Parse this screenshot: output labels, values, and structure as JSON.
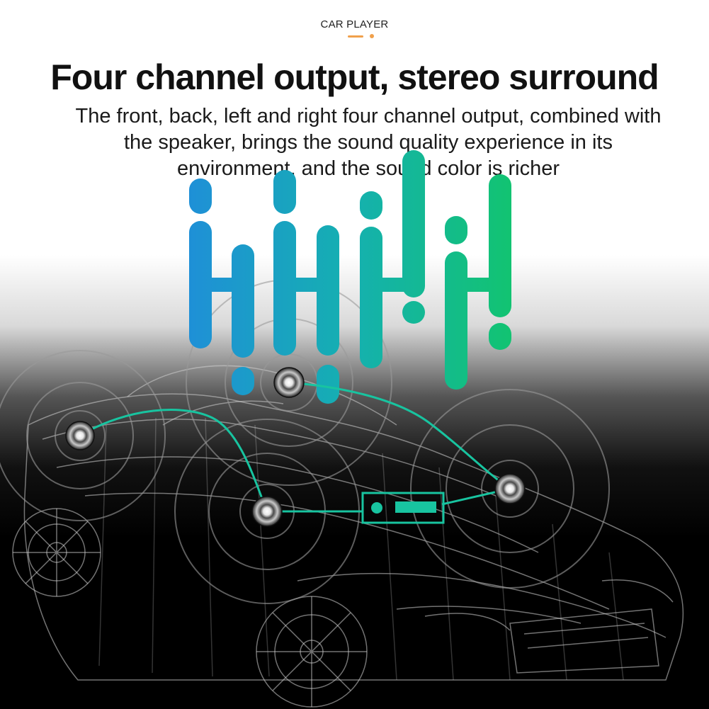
{
  "header": {
    "brand": "CAR PLAYER",
    "title": "Four channel output, stereo surround",
    "subtitle": "The front, back, left and right four channel output, combined with the speaker, brings the sound quality experience in its environment, and the sound color is richer"
  },
  "colors": {
    "accent": "#f0a04b",
    "wave_blue": "#1f8fd8",
    "wave_teal": "#15b89a",
    "wave_green": "#12c46f",
    "wire": "#18c4a0"
  }
}
